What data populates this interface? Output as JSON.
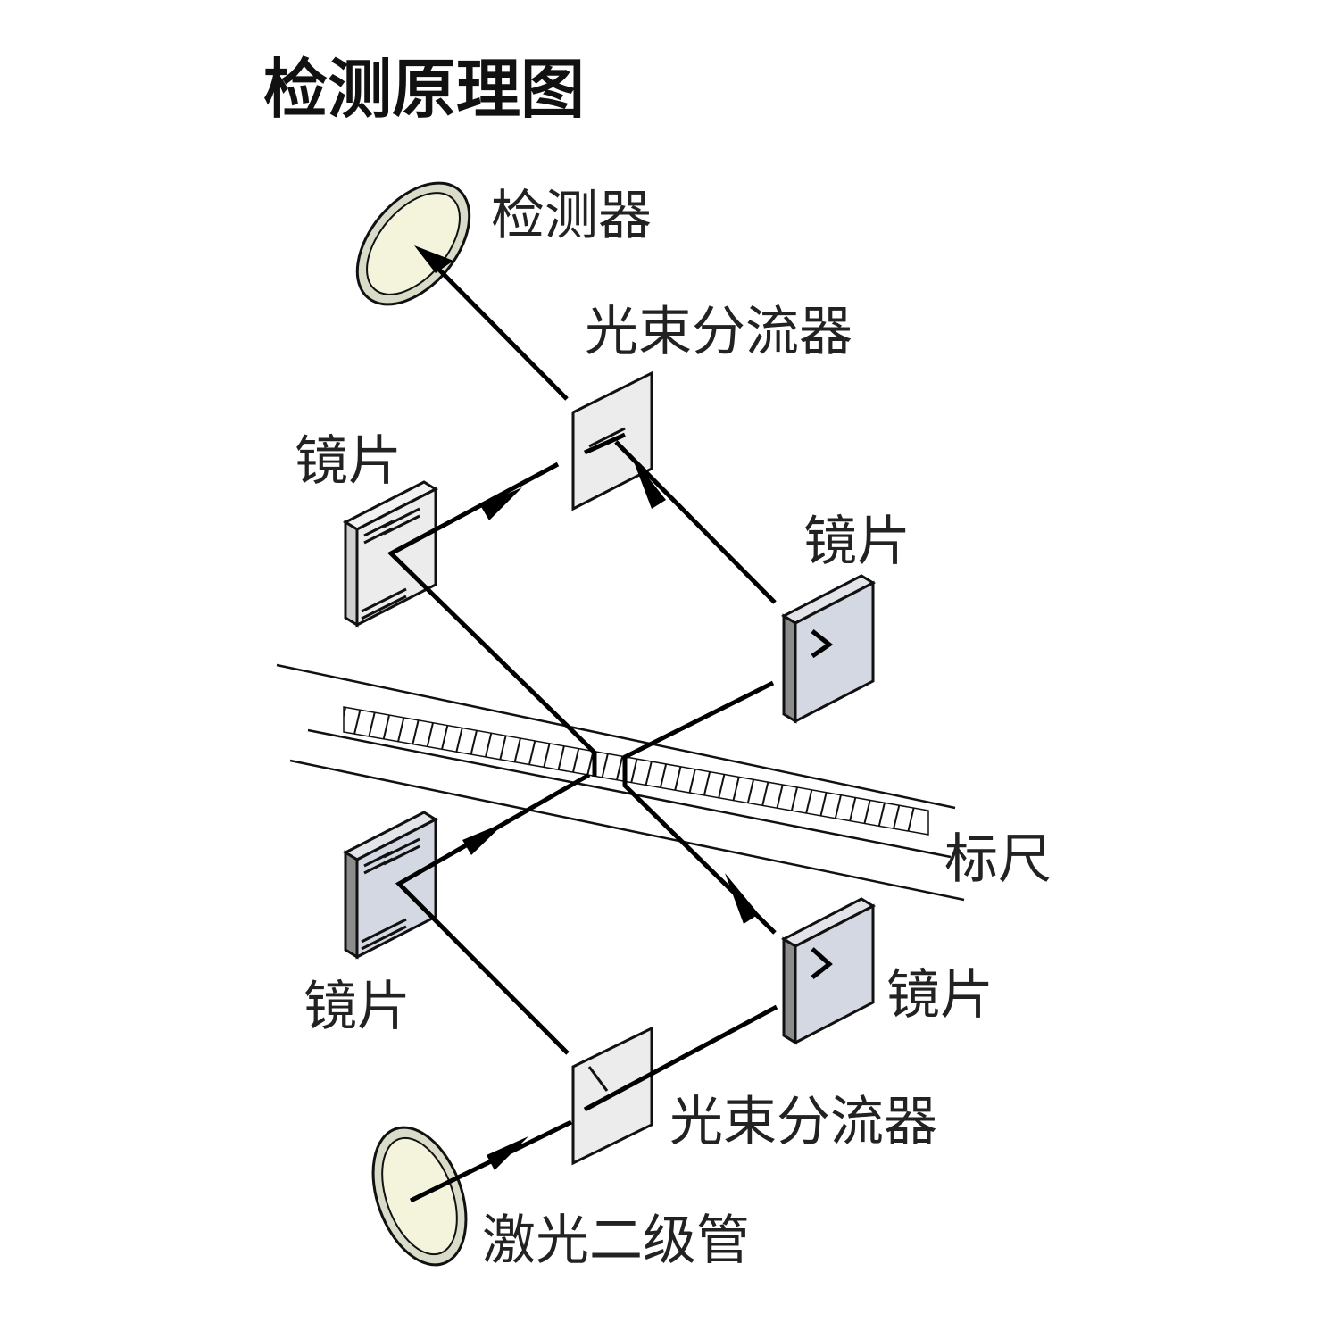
{
  "title": "检测原理图",
  "labels": {
    "detector": "检测器",
    "beam_splitter_top": "光束分流器",
    "mirror_top_left": "镜片",
    "mirror_top_right": "镜片",
    "scale": "标尺",
    "mirror_bottom_left": "镜片",
    "mirror_bottom_right": "镜片",
    "beam_splitter_bottom": "光束分流器",
    "laser_diode": "激光二级管"
  },
  "colors": {
    "panel_light": "#ececec",
    "panel_blue": "#d4d8e2",
    "panel_side": "#8c8c8c",
    "lens_fill": "#f4f4dc",
    "lens_rim": "#d8dcc8",
    "beam": "#000000"
  }
}
